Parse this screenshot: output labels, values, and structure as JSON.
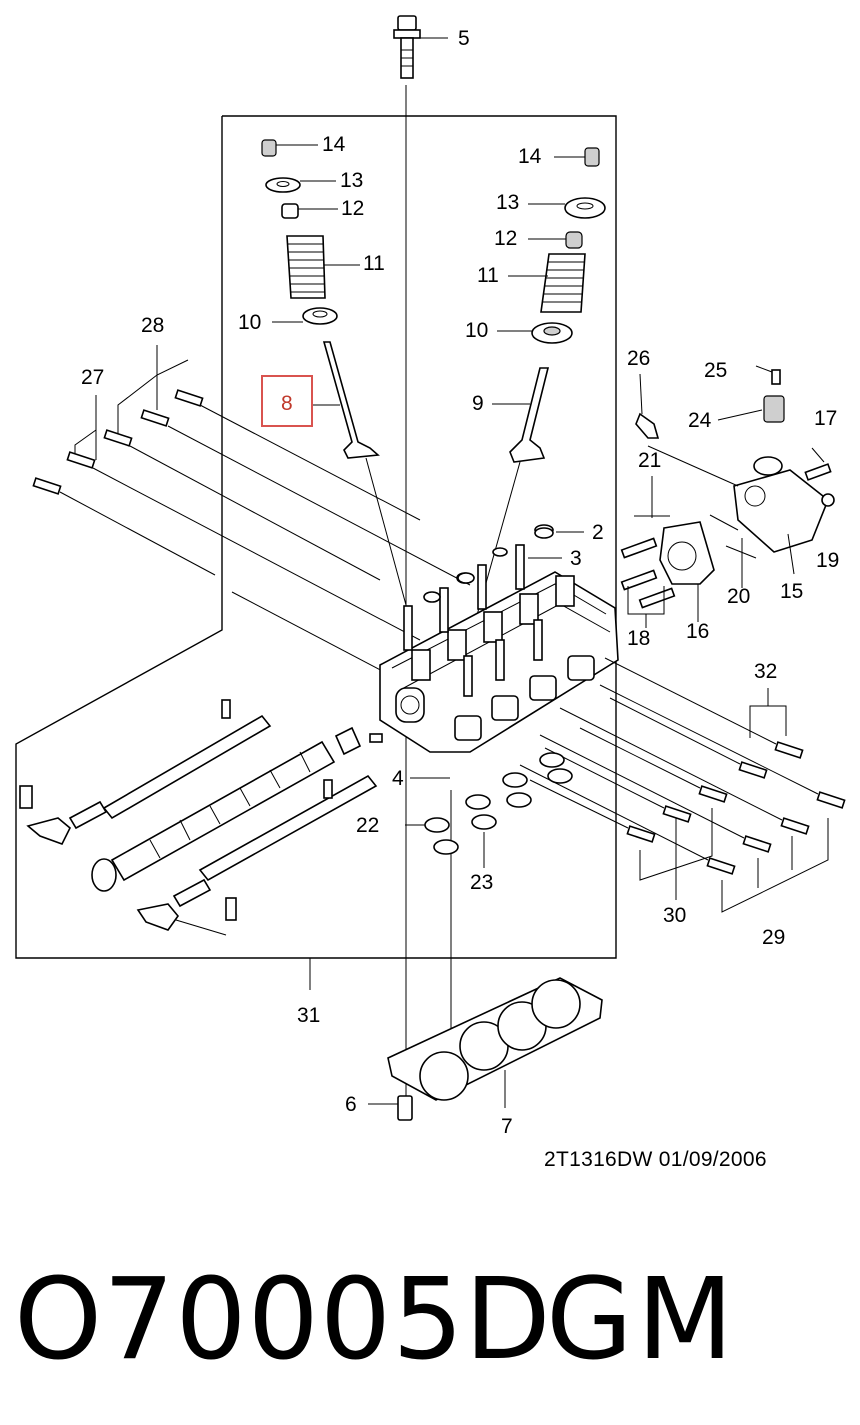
{
  "diagram": {
    "callouts": {
      "c1": "5",
      "c2": "14",
      "c3": "13",
      "c4": "12",
      "c5": "11",
      "c6": "10",
      "c7": "8",
      "c8": "9",
      "c9": "14",
      "c10": "13",
      "c11": "12",
      "c12": "11",
      "c13": "10",
      "c14": "28",
      "c15": "27",
      "c16": "26",
      "c17": "25",
      "c18": "24",
      "c19": "17",
      "c20": "21",
      "c21": "19",
      "c22": "20",
      "c23": "15",
      "c24": "18",
      "c25": "16",
      "c26": "2",
      "c27": "3",
      "c28": "32",
      "c29": "4",
      "c30": "22",
      "c31": "23",
      "c32": "30",
      "c33": "29",
      "c34": "31",
      "c35": "6",
      "c36": "7"
    },
    "highlight_color": "#d9534f",
    "drawing_reference": "2T1316DW  01/09/2006"
  },
  "part_code": "O70005D",
  "brand": "GM"
}
